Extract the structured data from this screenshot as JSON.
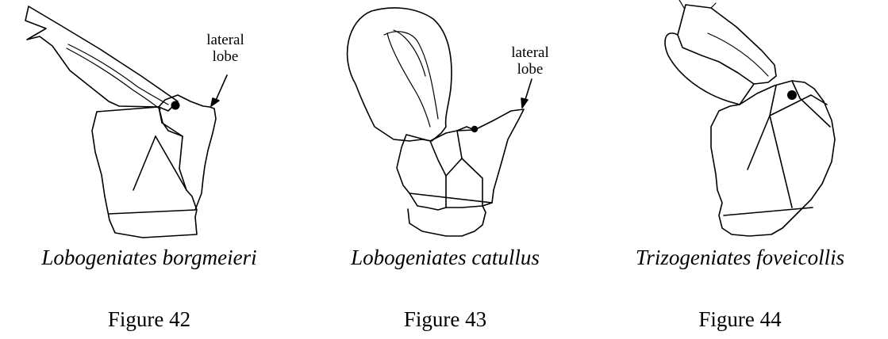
{
  "figures": [
    {
      "species": "Lobogeniates borgmeieri",
      "label": "Figure 42",
      "callout": "lateral\nlobe"
    },
    {
      "species": "Lobogeniates catullus",
      "label": "Figure 43",
      "callout": "lateral\nlobe"
    },
    {
      "species": "Trizogeniates foveicollis",
      "label": "Figure 44",
      "callout": ""
    }
  ],
  "colors": {
    "line": "#000000",
    "background": "#ffffff"
  }
}
